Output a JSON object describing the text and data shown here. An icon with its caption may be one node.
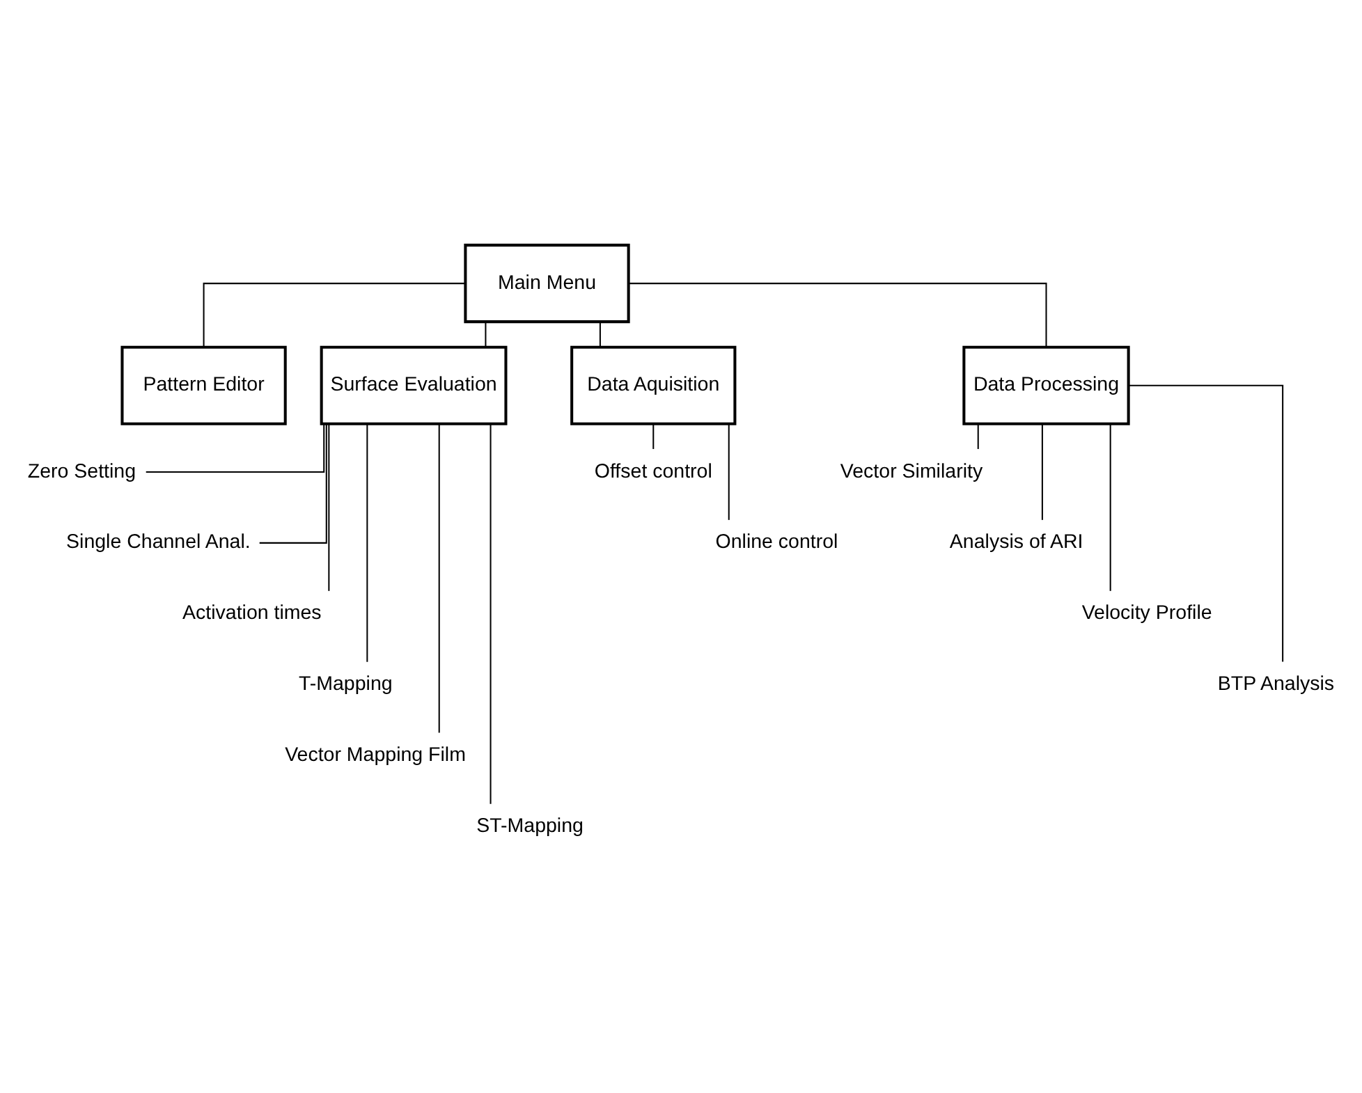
{
  "diagram": {
    "nodes": [
      {
        "text": [
          "Main Menu"
        ]
      },
      {
        "text": [
          "Pattern Editor"
        ]
      },
      {
        "text": [
          "Surface Evaluation"
        ]
      },
      {
        "text": [
          "Data Aquisition"
        ]
      },
      {
        "text": [
          "Data Processing"
        ]
      },
      {
        "text": [
          "Zero Setting"
        ]
      },
      {
        "text": [
          "Single Channel Anal."
        ]
      },
      {
        "text": [
          "Activation times"
        ]
      },
      {
        "text": [
          "T-Mapping"
        ]
      },
      {
        "text": [
          "Vector Mapping Film"
        ]
      },
      {
        "text": [
          "ST-Mapping"
        ]
      },
      {
        "text": [
          "Offset control"
        ]
      },
      {
        "text": [
          "Online control"
        ]
      },
      {
        "text": [
          "Vector Similarity"
        ]
      },
      {
        "text": [
          "Analysis of ARI"
        ]
      },
      {
        "text": [
          "Velocity Profile"
        ]
      },
      {
        "text": [
          "BTP Analysis"
        ]
      }
    ],
    "edges": [
      {
        "from": 0,
        "to": 1,
        "arrow": "none"
      },
      {
        "from": 0,
        "to": 2,
        "arrow": "none"
      },
      {
        "from": 0,
        "to": 3,
        "arrow": "none"
      },
      {
        "from": 0,
        "to": 4,
        "arrow": "none"
      },
      {
        "from": 2,
        "to": 5,
        "arrow": "none"
      },
      {
        "from": 2,
        "to": 6,
        "arrow": "none"
      },
      {
        "from": 2,
        "to": 7,
        "arrow": "none"
      },
      {
        "from": 2,
        "to": 8,
        "arrow": "none"
      },
      {
        "from": 2,
        "to": 9,
        "arrow": "none"
      },
      {
        "from": 2,
        "to": 10,
        "arrow": "none"
      },
      {
        "from": 3,
        "to": 11,
        "arrow": "none"
      },
      {
        "from": 3,
        "to": 12,
        "arrow": "none"
      },
      {
        "from": 4,
        "to": 13,
        "arrow": "none"
      },
      {
        "from": 4,
        "to": 14,
        "arrow": "none"
      },
      {
        "from": 4,
        "to": 15,
        "arrow": "none"
      },
      {
        "from": 4,
        "to": 16,
        "arrow": "none"
      }
    ]
  }
}
